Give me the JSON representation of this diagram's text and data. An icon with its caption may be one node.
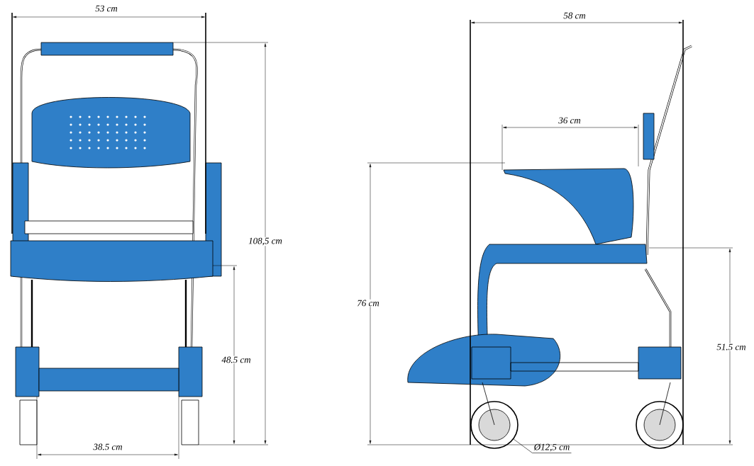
{
  "diagram": {
    "nodes": [
      {
        "text": [
          "Ø12,5 cm"
        ]
      },
      {
        "text": [],
        "shape": "circle"
      }
    ],
    "edges": [
      {
        "from": 0,
        "to": 1,
        "arrow": "none"
      }
    ],
    "labels": [
      "53 cm",
      "58 cm",
      "36 cm",
      "108,5 cm",
      "76 cm",
      "48.5 cm",
      "51.5 cm",
      "38.5 cm"
    ]
  }
}
